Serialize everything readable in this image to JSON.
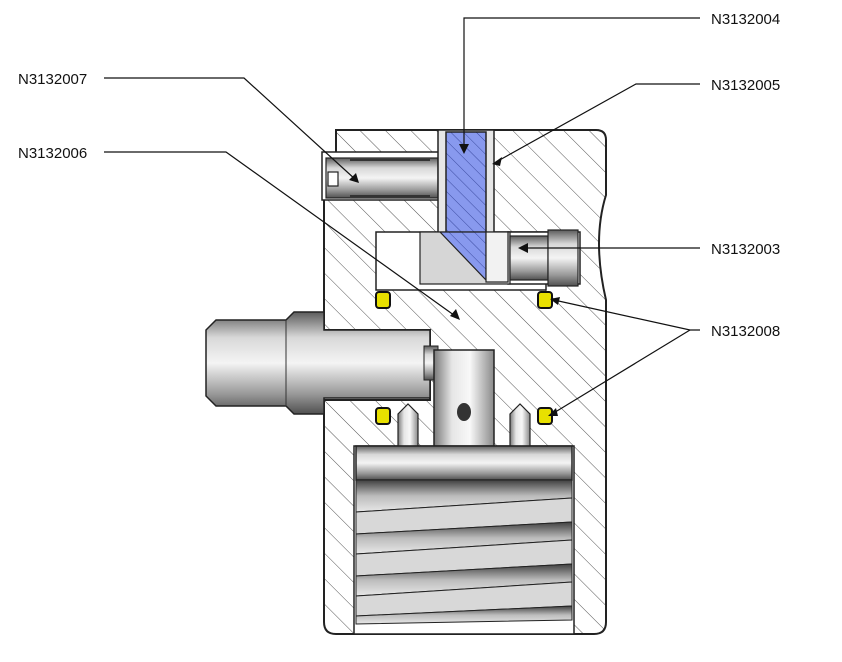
{
  "callouts": [
    {
      "id": "N3132004",
      "label": "N3132004"
    },
    {
      "id": "N3132005",
      "label": "N3132005"
    },
    {
      "id": "N3132007",
      "label": "N3132007"
    },
    {
      "id": "N3132006",
      "label": "N3132006"
    },
    {
      "id": "N3132003",
      "label": "N3132003"
    },
    {
      "id": "N3132008",
      "label": "N3132008"
    }
  ],
  "colors": {
    "body_hatch": "#444444",
    "valve_insert": "#8899ee",
    "o_ring": "#e8e000",
    "steel_light": "#dcdcdc",
    "steel_dark": "#6e6e6e"
  }
}
